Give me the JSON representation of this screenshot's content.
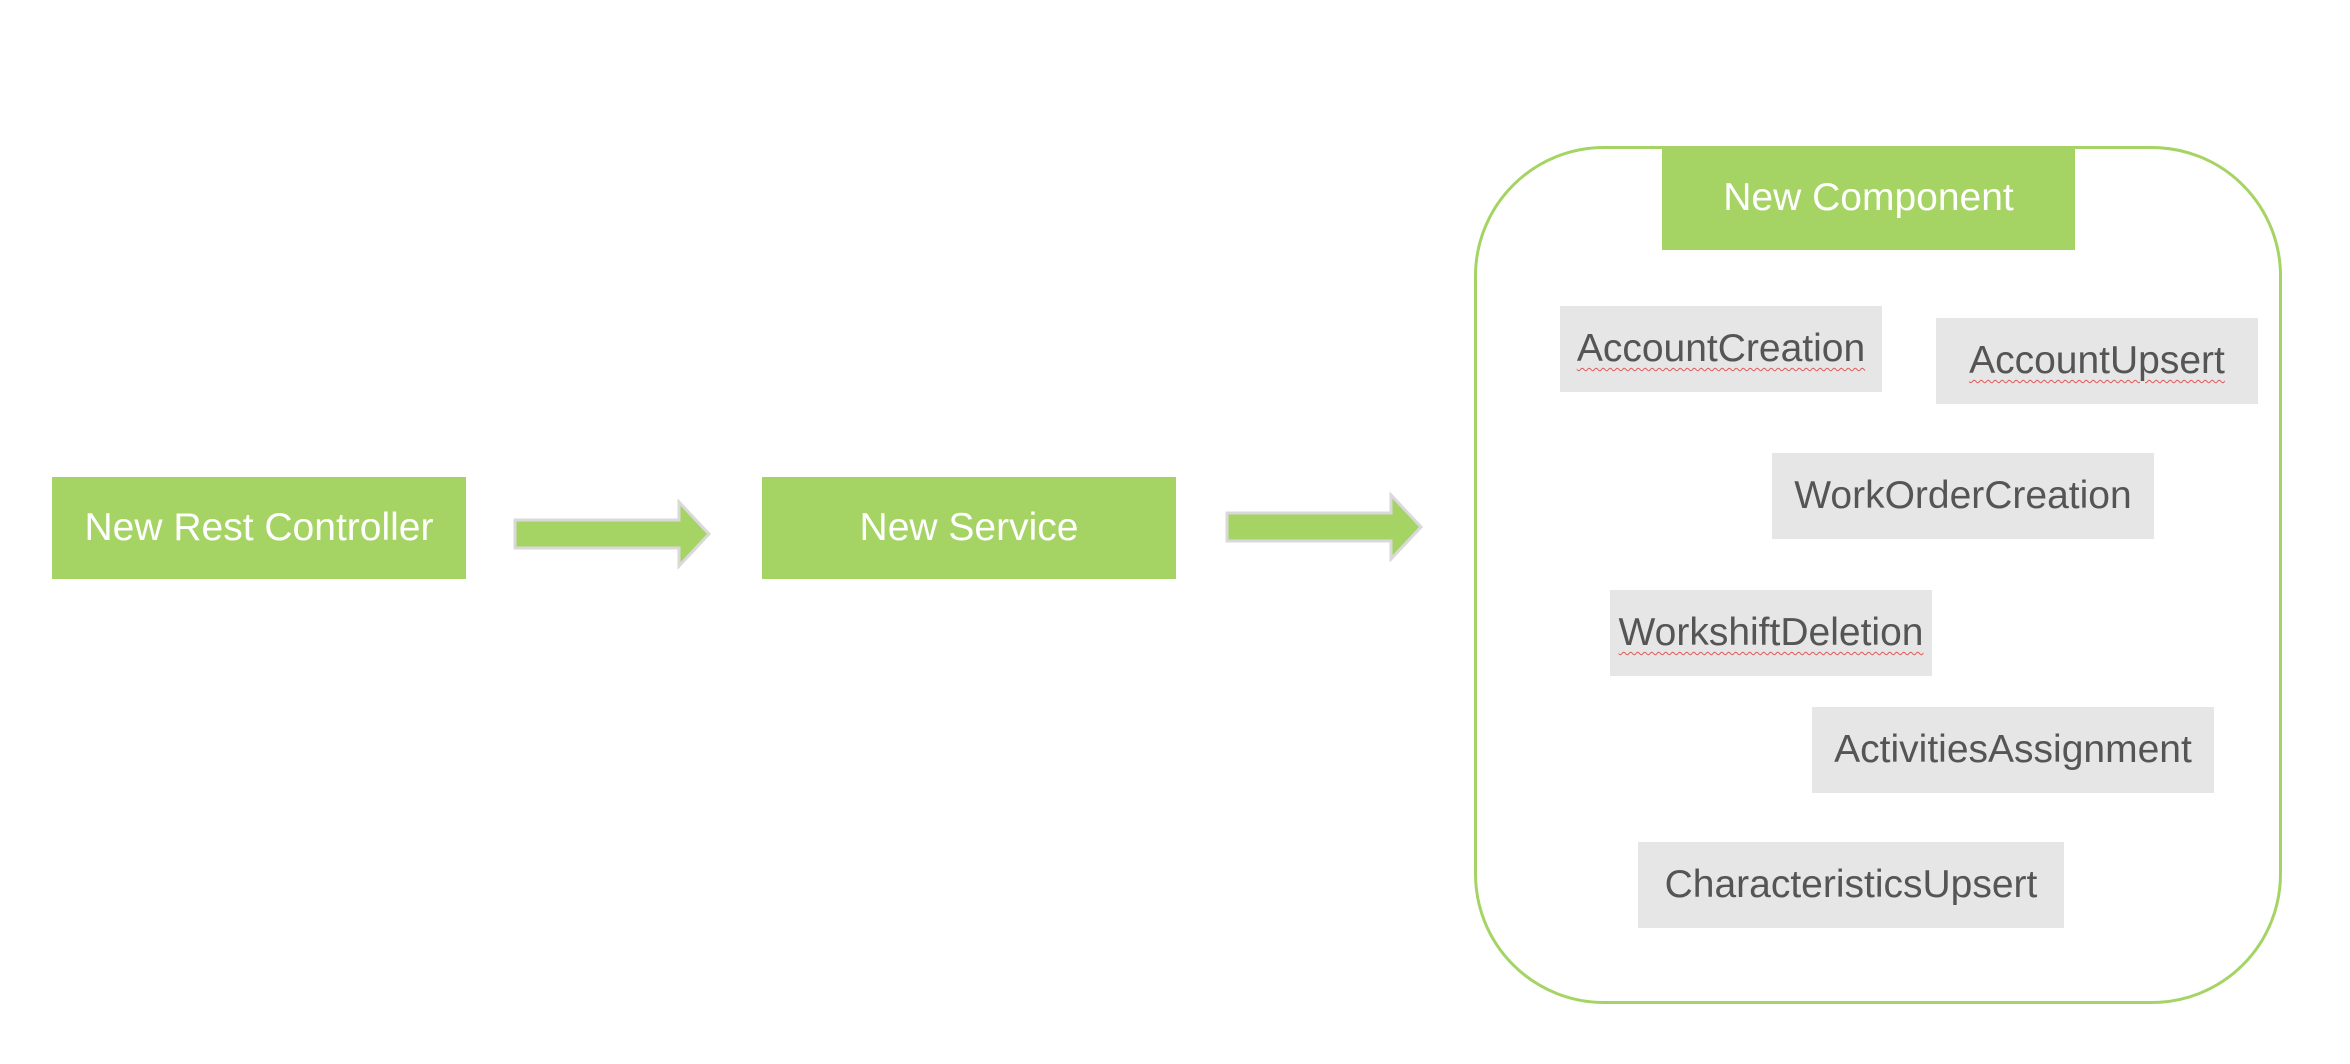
{
  "nodes": {
    "controller": "New Rest Controller",
    "service": "New Service",
    "component": "New Component"
  },
  "components": [
    "AccountCreation",
    "AccountUpsert",
    "WorkOrderCreation",
    "WorkshiftDeletion",
    "ActivitiesAssignment",
    "CharacteristicsUpsert"
  ],
  "colors": {
    "green": "#a5d465",
    "gray_box": "#e6e6e6",
    "gray_text": "#555555"
  }
}
